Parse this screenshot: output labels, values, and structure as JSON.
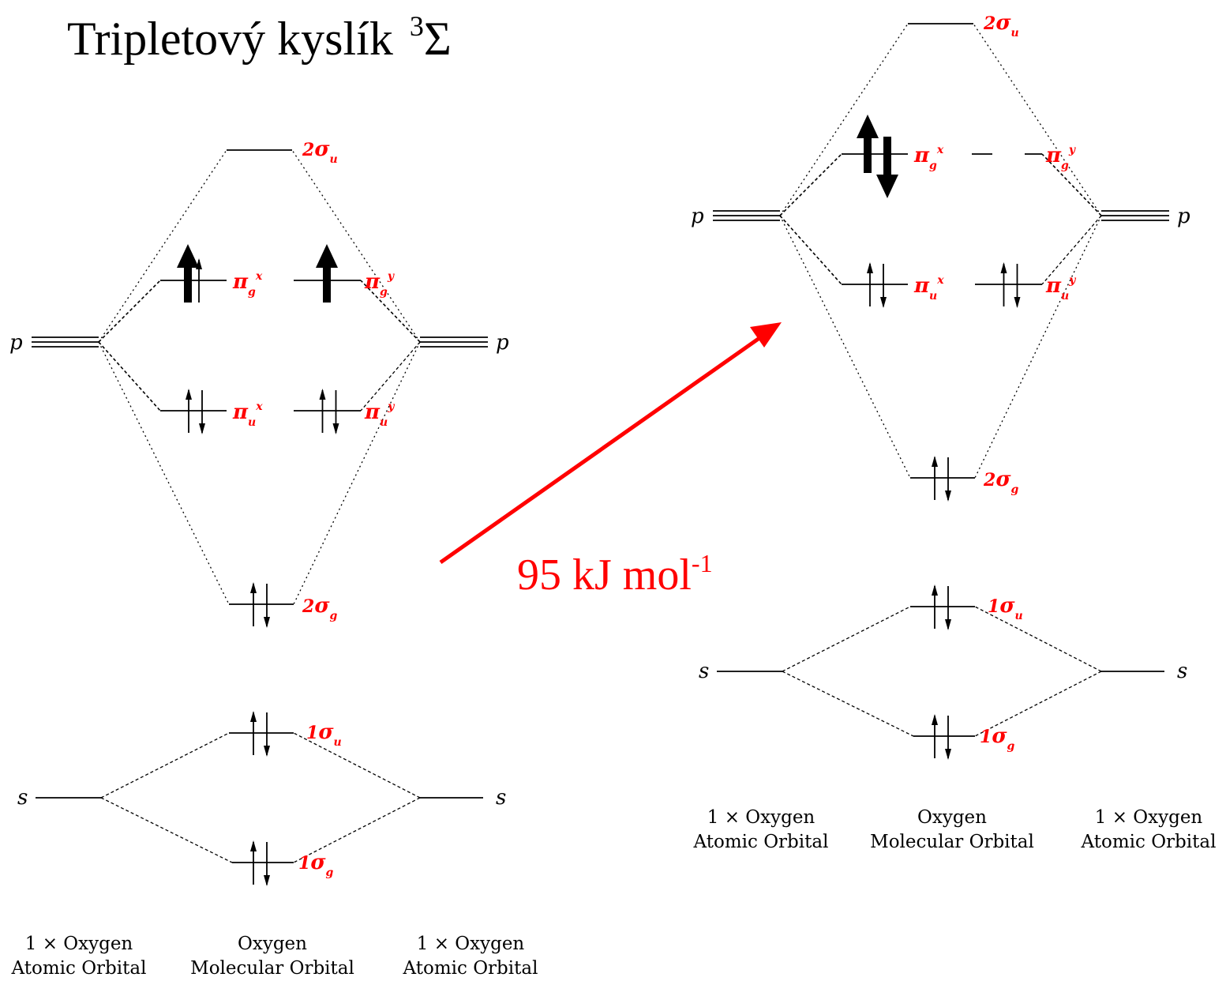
{
  "title": {
    "text": "Tripletový kyslík",
    "superscript": "3",
    "symbol": "Σ"
  },
  "transition": {
    "energy_value": "95 kJ mol",
    "energy_exponent": "-1",
    "arrow_color": "#ff0000"
  },
  "atomic_labels": {
    "p": "p",
    "s": "s"
  },
  "orbital_labels": {
    "sigma_u2": {
      "greek": "σ",
      "prefix": "2",
      "sub": "u"
    },
    "pi_g_x": {
      "greek": "π",
      "sub": "g",
      "sup": "x"
    },
    "pi_g_y": {
      "greek": "π",
      "sub": "g",
      "sup": "y"
    },
    "pi_u_x": {
      "greek": "π",
      "sub": "u",
      "sup": "x"
    },
    "pi_u_y": {
      "greek": "π",
      "sub": "u",
      "sup": "y"
    },
    "sigma_g2": {
      "greek": "σ",
      "prefix": "2",
      "sub": "g"
    },
    "sigma_u1": {
      "greek": "σ",
      "prefix": "1",
      "sub": "u"
    },
    "sigma_g1": {
      "greek": "σ",
      "prefix": "1",
      "sub": "g"
    }
  },
  "diagrams": [
    {
      "state": "triplet",
      "electrons": {
        "pi_g_x": "up",
        "pi_g_y": "up"
      },
      "captions": {
        "left_line1": "1 × Oxygen",
        "left_line2": "Atomic Orbital",
        "center_line1": "Oxygen",
        "center_line2": "Molecular Orbital",
        "right_line1": "1 × Oxygen",
        "right_line2": "Atomic Orbital"
      }
    },
    {
      "state": "singlet",
      "electrons": {
        "pi_g_x": "pair",
        "pi_g_y": "empty"
      },
      "captions": {
        "left_line1": "1 × Oxygen",
        "left_line2": "Atomic Orbital",
        "center_line1": "Oxygen",
        "center_line2": "Molecular Orbital",
        "right_line1": "1 × Oxygen",
        "right_line2": "Atomic Orbital"
      }
    }
  ],
  "colors": {
    "label_red": "#ff0000",
    "line": "#000000"
  }
}
